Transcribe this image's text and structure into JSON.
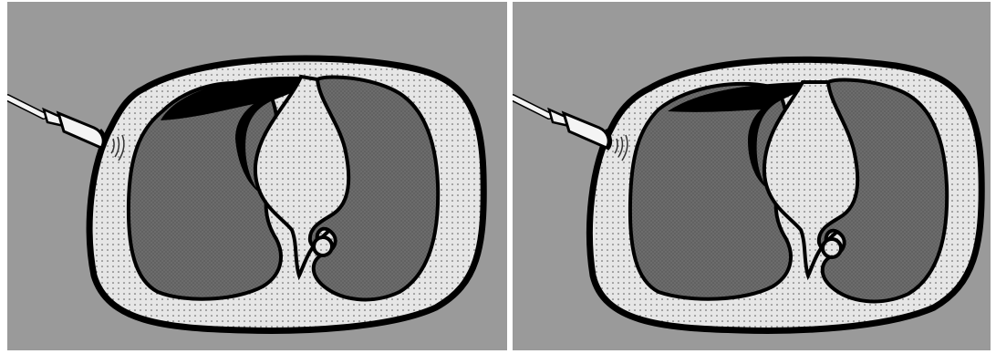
{
  "figure": {
    "background_color": "#9a9a9a",
    "divider_color": "#ffffff",
    "outline_color": "#000000",
    "tissue_fill": "#e6e6e6",
    "lung_fill": "#6e6e6e",
    "mediastinum_fill": "#e6e6e6",
    "pneumothorax_fill": "#000000",
    "probe_color": "#f4f4f4",
    "panels": [
      {
        "id": "left",
        "icons": [
          "ultrasound-probe-icon",
          "thorax-cross-section",
          "pneumothorax-air-pocket"
        ]
      },
      {
        "id": "right",
        "icons": [
          "ultrasound-probe-icon",
          "thorax-cross-section",
          "pneumothorax-air-pocket"
        ]
      }
    ]
  }
}
